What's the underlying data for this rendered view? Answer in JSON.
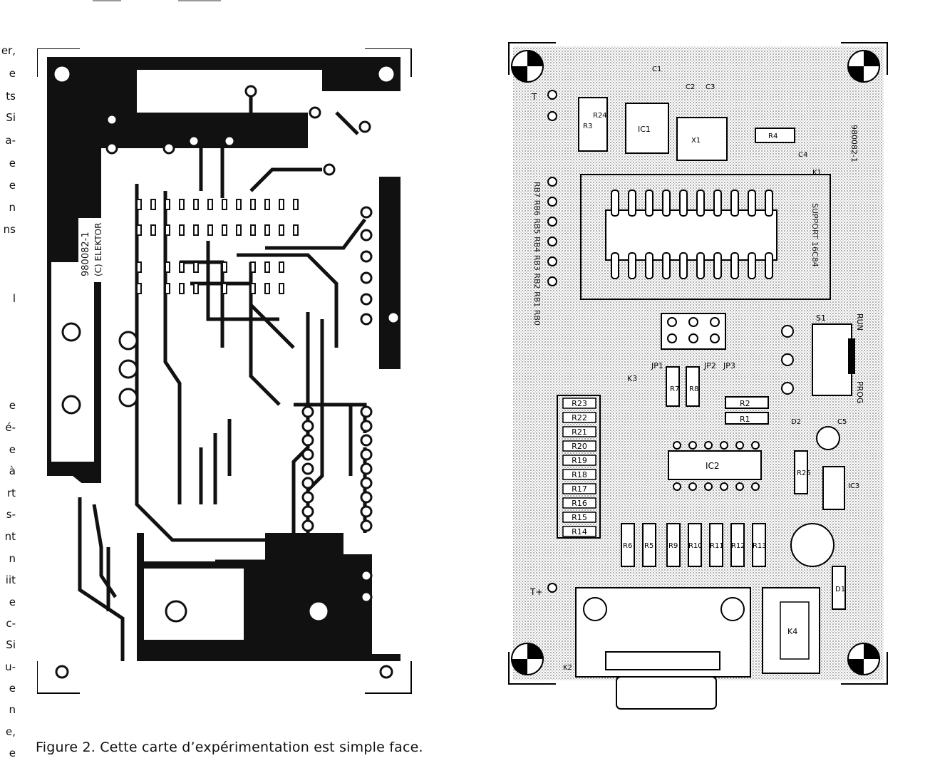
{
  "left_column_fragments": [
    "er,",
    "e",
    "ts",
    "Si",
    "a-",
    "e",
    "e",
    "n",
    "ns",
    "l",
    "e",
    "é-",
    "e",
    "à",
    "rt",
    "s-",
    "nt",
    "n",
    "iit",
    "e",
    "c-",
    "Si",
    "u-",
    "e",
    "n",
    "e,",
    "e"
  ],
  "figure_copper": {
    "board_code": "980082-1",
    "copyright": "(C) ELEKTOR"
  },
  "figure_layout": {
    "labels": {
      "c1": "C1",
      "c2": "C2",
      "c3": "C3",
      "c4": "C4",
      "c5": "C5",
      "ic1": "IC1",
      "ic2": "IC2",
      "ic3": "IC3",
      "x1": "X1",
      "d1": "D1",
      "d2": "D2",
      "k1": "K1",
      "k2": "K2",
      "k3": "K3",
      "k4": "K4",
      "s1": "S1",
      "jp1": "JP1",
      "jp2": "JP2",
      "jp3": "JP3",
      "run": "RUN",
      "prog": "PROG",
      "t": "T",
      "tplus": "T+",
      "r1": "R1",
      "r2": "R2",
      "r3": "R3",
      "r4": "R4",
      "r5": "R5",
      "r6": "R6",
      "r7": "R7",
      "r8": "R8",
      "r9": "R9",
      "r10": "R10",
      "r11": "R11",
      "r12": "R12",
      "r13": "R13",
      "r14": "R14",
      "r15": "R15",
      "r16": "R16",
      "r17": "R17",
      "r18": "R18",
      "r19": "R19",
      "r20": "R20",
      "r21": "R21",
      "r22": "R22",
      "r23": "R23",
      "r24": "R24",
      "r25": "R25",
      "board_code": "980082-1",
      "port_pins": "RB7 RB6 RB5 RB4 RB3 RB2 RB1 RB0",
      "chip_label": "SUPPORT 16C84"
    }
  },
  "caption": "Figure 2. Cette carte d’expérimentation est simple face."
}
